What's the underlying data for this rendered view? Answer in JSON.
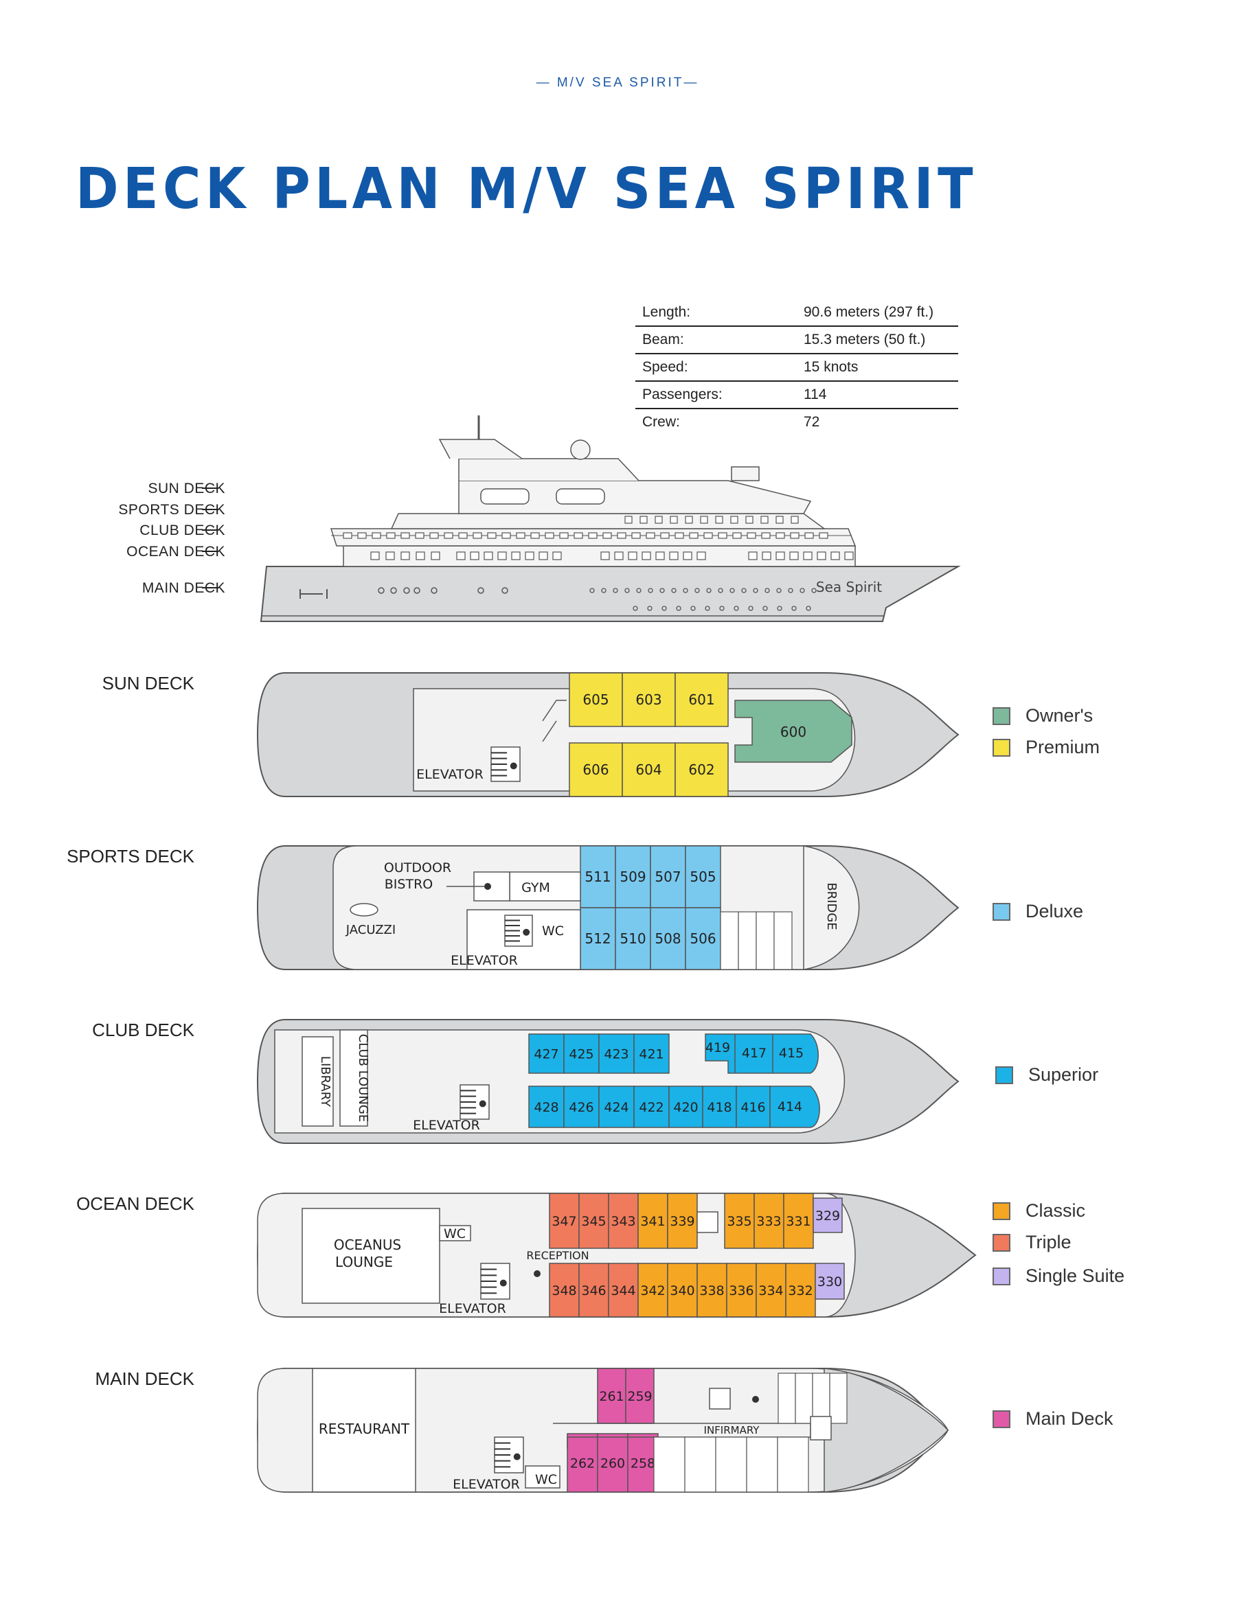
{
  "header": {
    "kicker": "— M/V SEA SPIRIT—",
    "title": "DECK PLAN M/V SEA SPIRIT"
  },
  "specs": [
    {
      "label": "Length:",
      "value": "90.6 meters (297 ft.)"
    },
    {
      "label": "Beam:",
      "value": "15.3 meters (50 ft.)"
    },
    {
      "label": "Speed:",
      "value": "15 knots"
    },
    {
      "label": "Passengers:",
      "value": "114"
    },
    {
      "label": "Crew:",
      "value": "72"
    }
  ],
  "profile": {
    "ship_name": "Sea Spirit",
    "deck_labels": [
      "SUN DECK",
      "SPORTS DECK",
      "CLUB DECK",
      "OCEAN DECK",
      "MAIN DECK"
    ]
  },
  "decks": {
    "sun": {
      "title": "SUN DECK",
      "elevator": "ELEVATOR",
      "cabins_top": [
        "605",
        "603",
        "601"
      ],
      "cabins_bottom": [
        "606",
        "604",
        "602"
      ],
      "owner_cabin": "600"
    },
    "sports": {
      "title": "SPORTS DECK",
      "outdoor_bistro_1": "OUTDOOR",
      "outdoor_bistro_2": "BISTRO",
      "gym": "GYM",
      "wc": "WC",
      "jacuzzi": "JACUZZI",
      "elevator": "ELEVATOR",
      "bridge": "BRIDGE",
      "cabins_top": [
        "511",
        "509",
        "507",
        "505"
      ],
      "cabins_bottom": [
        "512",
        "510",
        "508",
        "506"
      ]
    },
    "club": {
      "title": "CLUB DECK",
      "library": "LIBRARY",
      "club_lounge": "CLUB LOUNGE",
      "elevator": "ELEVATOR",
      "cabins_top_a": [
        "427",
        "425",
        "423",
        "421"
      ],
      "cabins_top_b": [
        "419",
        "417",
        "415"
      ],
      "cabins_bottom": [
        "428",
        "426",
        "424",
        "422",
        "420",
        "418",
        "416",
        "414"
      ]
    },
    "ocean": {
      "title": "OCEAN DECK",
      "lounge_1": "OCEANUS",
      "lounge_2": "LOUNGE",
      "wc": "WC",
      "reception": "RECEPTION",
      "elevator": "ELEVATOR",
      "cabins_top_triple": [
        "347",
        "345",
        "343"
      ],
      "cabins_top_classic_a": [
        "341",
        "339"
      ],
      "cabins_top_classic_b": [
        "335",
        "333",
        "331"
      ],
      "single_top": "329",
      "cabins_bottom_triple": [
        "348",
        "346",
        "344"
      ],
      "cabins_bottom_classic": [
        "342",
        "340",
        "338",
        "336",
        "334",
        "332"
      ],
      "single_bottom": "330"
    },
    "main": {
      "title": "MAIN DECK",
      "restaurant": "RESTAURANT",
      "elevator": "ELEVATOR",
      "wc": "WC",
      "infirmary": "INFIRMARY",
      "cabins_top": [
        "261",
        "259"
      ],
      "cabins_bottom": [
        "262",
        "260",
        "258"
      ]
    }
  },
  "legend": [
    {
      "label": "Owner's",
      "color": "#7db99b"
    },
    {
      "label": "Premium",
      "color": "#f5e142"
    },
    {
      "label": "Deluxe",
      "color": "#79c9ef"
    },
    {
      "label": "Superior",
      "color": "#1bb2e8"
    },
    {
      "label": "Classic",
      "color": "#f5a623"
    },
    {
      "label": "Triple",
      "color": "#f07a5c"
    },
    {
      "label": "Single Suite",
      "color": "#c3b4f0"
    },
    {
      "label": "Main Deck",
      "color": "#e05aa8"
    }
  ]
}
